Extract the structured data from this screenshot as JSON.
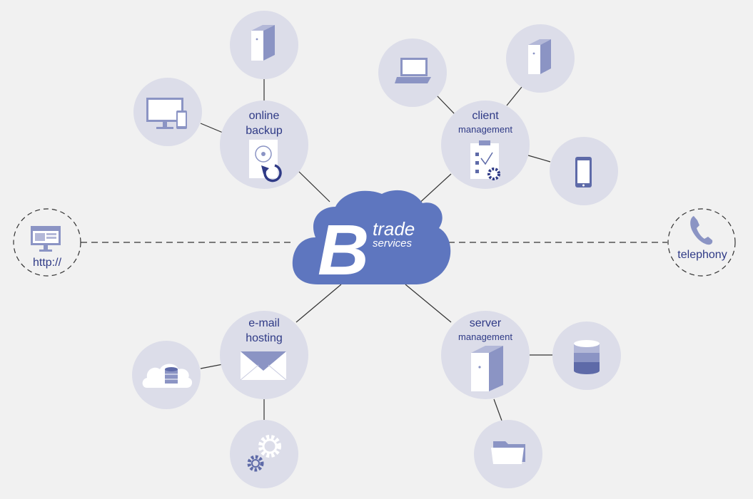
{
  "colors": {
    "background": "#f1f1f1",
    "circle_fill": "#dcdde9",
    "cloud_fill": "#5e76bf",
    "icon_dark": "#5e6aa8",
    "icon_mid": "#8b94c4",
    "icon_light": "#ffffff",
    "label_text": "#2f3a86",
    "line": "#333333"
  },
  "center": {
    "logo_letter": "B",
    "logo_line1": "trade",
    "logo_line2": "services"
  },
  "hubs": [
    {
      "id": "online-backup",
      "line1": "online",
      "line2": "backup",
      "icon": "disk-backup-icon"
    },
    {
      "id": "client-management",
      "line1": "client",
      "line2": "management",
      "icon": "clipboard-gear-icon"
    },
    {
      "id": "e-mail-hosting",
      "line1": "e-mail",
      "line2": "hosting",
      "icon": "envelope-icon"
    },
    {
      "id": "server-management",
      "line1": "server",
      "line2": "management",
      "icon": "server-tower-icon"
    }
  ],
  "satellites": [
    {
      "hub": "online-backup",
      "icon": "server-tower-icon"
    },
    {
      "hub": "online-backup",
      "icon": "monitor-phone-icon"
    },
    {
      "hub": "client-management",
      "icon": "laptop-icon"
    },
    {
      "hub": "client-management",
      "icon": "server-tower-icon"
    },
    {
      "hub": "client-management",
      "icon": "smartphone-icon"
    },
    {
      "hub": "e-mail-hosting",
      "icon": "cloud-database-icon"
    },
    {
      "hub": "e-mail-hosting",
      "icon": "gears-icon"
    },
    {
      "hub": "server-management",
      "icon": "database-stack-icon"
    },
    {
      "hub": "server-management",
      "icon": "folder-icon"
    }
  ],
  "externals": [
    {
      "id": "http",
      "label": "http://",
      "icon": "browser-monitor-icon"
    },
    {
      "id": "telephony",
      "label": "telephony",
      "icon": "phone-handset-icon"
    }
  ]
}
